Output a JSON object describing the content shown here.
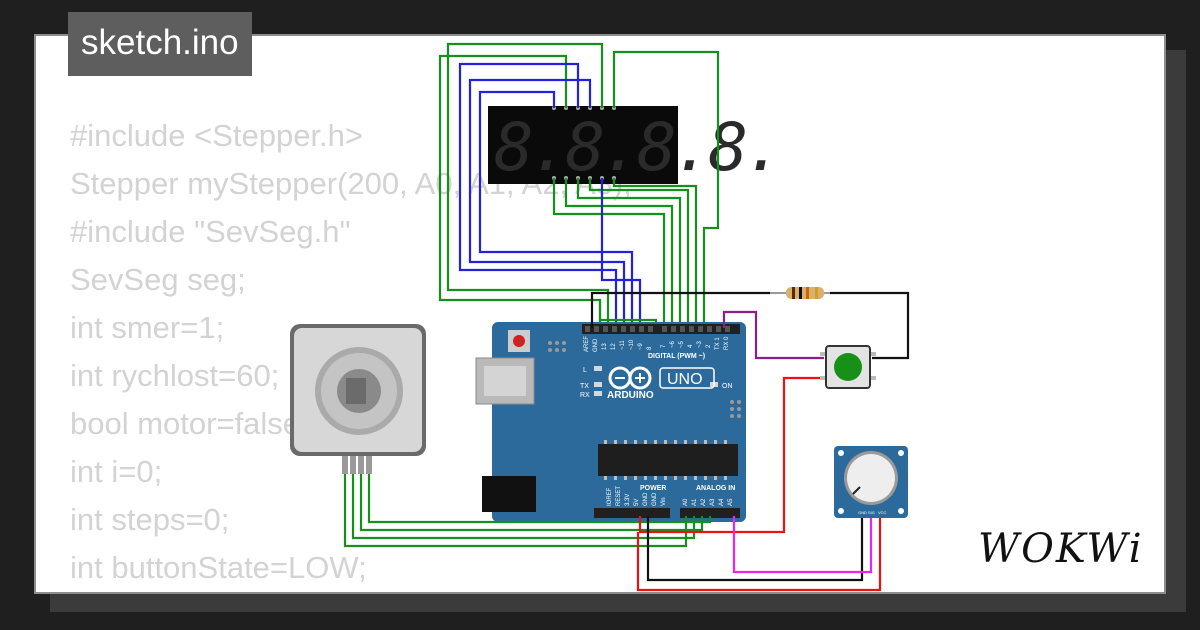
{
  "tab": {
    "title": "sketch.ino"
  },
  "code_lines": [
    "#include <Stepper.h>",
    "Stepper myStepper(200, A0, A1, A2, A3);",
    "#include \"SevSeg.h\"",
    "SevSeg seg;",
    "int smer=1;",
    "int rychlost=60;",
    "bool motor=false;",
    "int i=0;",
    "int steps=0;",
    "int buttonState=LOW;"
  ],
  "board": {
    "brand": "ARDUINO",
    "model": "UNO",
    "digital_label": "DIGITAL (PWM ~)",
    "power_label": "POWER",
    "analog_label": "ANALOG IN",
    "on_label": "ON",
    "led_l": "L",
    "led_tx": "TX",
    "led_rx": "RX",
    "top_pins": [
      "AREF",
      "GND",
      "13",
      "12",
      "~11",
      "~10",
      "~9",
      "8",
      "7",
      "~6",
      "~5",
      "4",
      "~3",
      "2",
      "TX 1",
      "RX 0"
    ],
    "bottom_pins": [
      "IOREF",
      "RESET",
      "3.3V",
      "5V",
      "GND",
      "GND",
      "Vin",
      "A0",
      "A1",
      "A2",
      "A3",
      "A4",
      "A5"
    ]
  },
  "display": {
    "digits": "8.8.8.8."
  },
  "potentiometer": {
    "pins": [
      "GND",
      "SIG",
      "VCC"
    ]
  },
  "logo": {
    "text": "WOKWi"
  },
  "colors": {
    "wire_green": "#15901a",
    "wire_blue": "#2222dd",
    "wire_red": "#ee1111",
    "wire_black": "#111111",
    "wire_magenta": "#ee22ee",
    "wire_purple": "#8a1e8a",
    "board": "#2c6a9c",
    "button_cap": "#179017"
  }
}
